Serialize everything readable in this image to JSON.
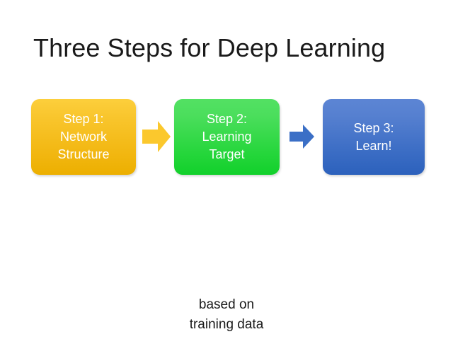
{
  "slide": {
    "title": "Three Steps for Deep Learning",
    "background_color": "#FFFFFF",
    "caption": "based on\ntraining data"
  },
  "steps": [
    {
      "id": "step-1",
      "label": "Step 1:\nNetwork\nStructure",
      "color_top": "#FCCF3C",
      "color_bottom": "#ECAF00",
      "text_color": "#FFFFFF"
    },
    {
      "id": "step-2",
      "label": "Step 2:\nLearning\nTarget",
      "color_top": "#53E163",
      "color_bottom": "#12D02B",
      "text_color": "#FFFFFF"
    },
    {
      "id": "step-3",
      "label": "Step 3:\nLearn!",
      "color_top": "#5C85D4",
      "color_bottom": "#2C61BC",
      "text_color": "#FFFFFF"
    }
  ],
  "arrows": [
    {
      "id": "arrow-1",
      "name": "arrow-right-icon",
      "color": "#FBC82D"
    },
    {
      "id": "arrow-2",
      "name": "arrow-right-icon",
      "color": "#3B6FC6"
    }
  ]
}
